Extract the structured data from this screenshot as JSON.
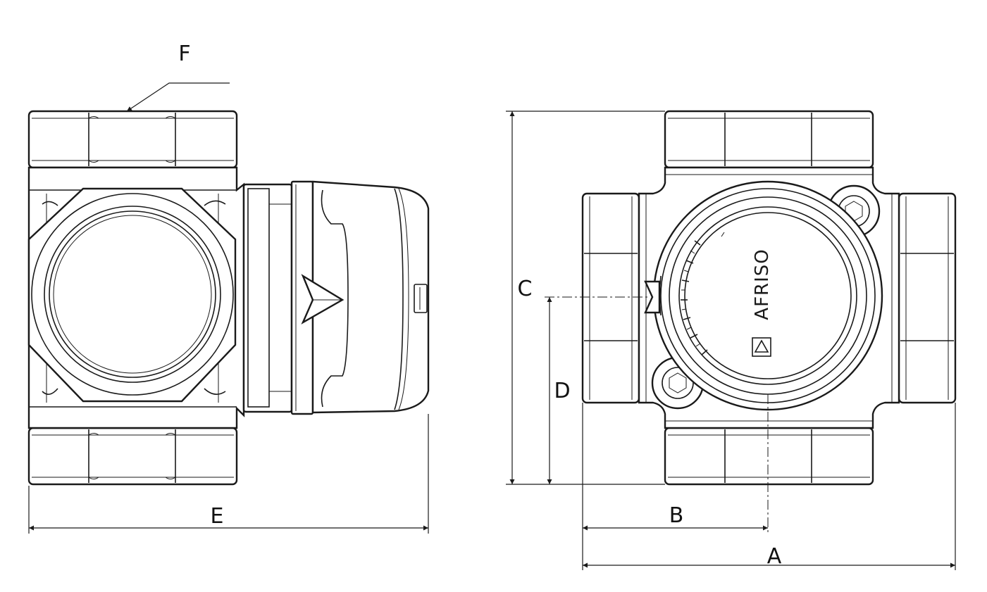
{
  "labels": {
    "A": "A",
    "B": "B",
    "C": "C",
    "D": "D",
    "E": "E",
    "F": "F"
  },
  "brand": {
    "name": "AFRISO",
    "logo_glyph": "triangle-logo-icon"
  },
  "colors": {
    "line": "#1a1a1a",
    "background": "#ffffff"
  }
}
